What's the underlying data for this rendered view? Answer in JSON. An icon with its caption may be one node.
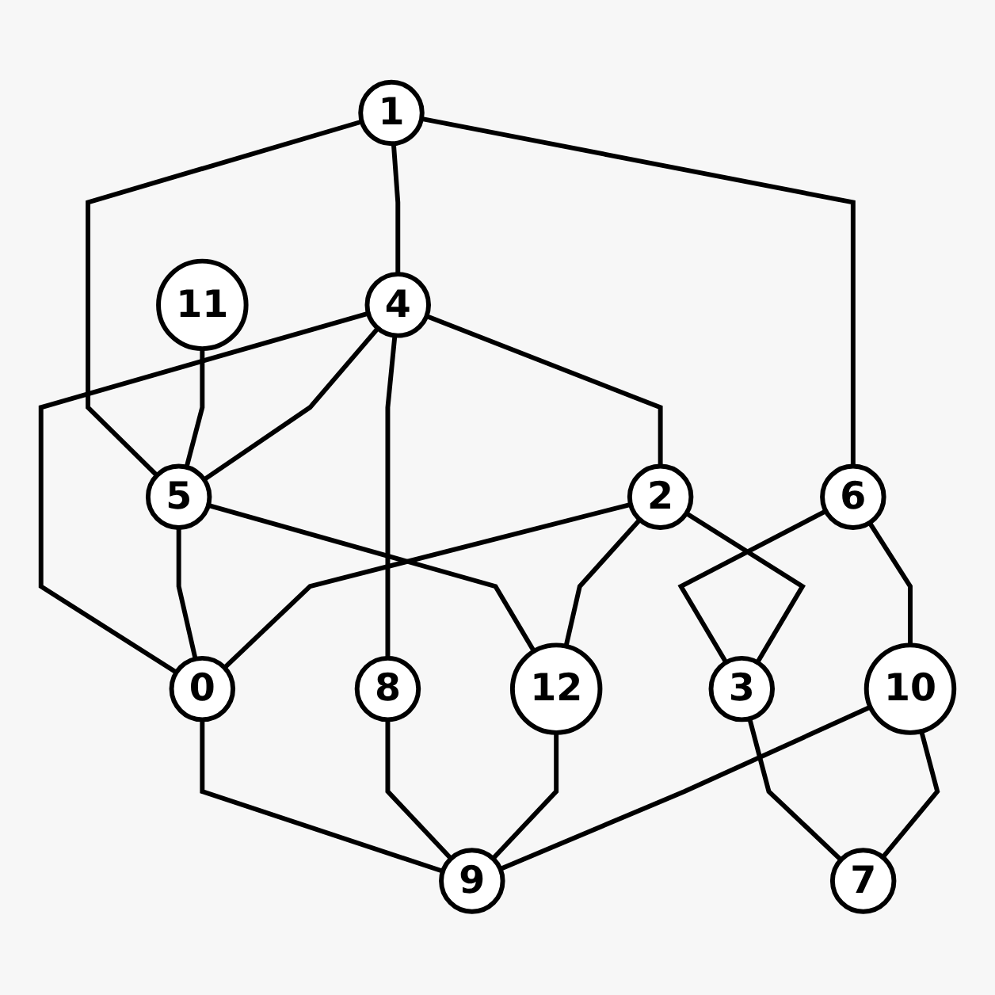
{
  "diagram": {
    "nodes": [
      {
        "text": [
          "0"
        ]
      },
      {
        "text": [
          "1"
        ]
      },
      {
        "text": [
          "2"
        ]
      },
      {
        "text": [
          "3"
        ]
      },
      {
        "text": [
          "4"
        ]
      },
      {
        "text": [
          "5"
        ]
      },
      {
        "text": [
          "6"
        ]
      },
      {
        "text": [
          "7"
        ]
      },
      {
        "text": [
          "8"
        ]
      },
      {
        "text": [
          "9"
        ]
      },
      {
        "text": [
          "10"
        ]
      },
      {
        "text": [
          "11"
        ]
      },
      {
        "text": [
          "12"
        ]
      }
    ],
    "edges": [
      {
        "from": 1,
        "to": 4,
        "arrow": "none"
      },
      {
        "from": 1,
        "to": 5,
        "arrow": "none"
      },
      {
        "from": 1,
        "to": 6,
        "arrow": "none"
      },
      {
        "from": 11,
        "to": 5,
        "arrow": "none"
      },
      {
        "from": 4,
        "to": 5,
        "arrow": "none"
      },
      {
        "from": 4,
        "to": 2,
        "arrow": "none"
      },
      {
        "from": 4,
        "to": 0,
        "arrow": "none"
      },
      {
        "from": 4,
        "to": 8,
        "arrow": "none"
      },
      {
        "from": 5,
        "to": 0,
        "arrow": "none"
      },
      {
        "from": 5,
        "to": 12,
        "arrow": "none"
      },
      {
        "from": 6,
        "to": 3,
        "arrow": "none"
      },
      {
        "from": 6,
        "to": 10,
        "arrow": "none"
      },
      {
        "from": 2,
        "to": 0,
        "arrow": "none"
      },
      {
        "from": 2,
        "to": 3,
        "arrow": "none"
      },
      {
        "from": 2,
        "to": 12,
        "arrow": "none"
      },
      {
        "from": 3,
        "to": 7,
        "arrow": "none"
      },
      {
        "from": 0,
        "to": 9,
        "arrow": "none"
      },
      {
        "from": 8,
        "to": 9,
        "arrow": "none"
      },
      {
        "from": 12,
        "to": 9,
        "arrow": "none"
      },
      {
        "from": 10,
        "to": 9,
        "arrow": "none"
      },
      {
        "from": 10,
        "to": 7,
        "arrow": "none"
      }
    ]
  }
}
